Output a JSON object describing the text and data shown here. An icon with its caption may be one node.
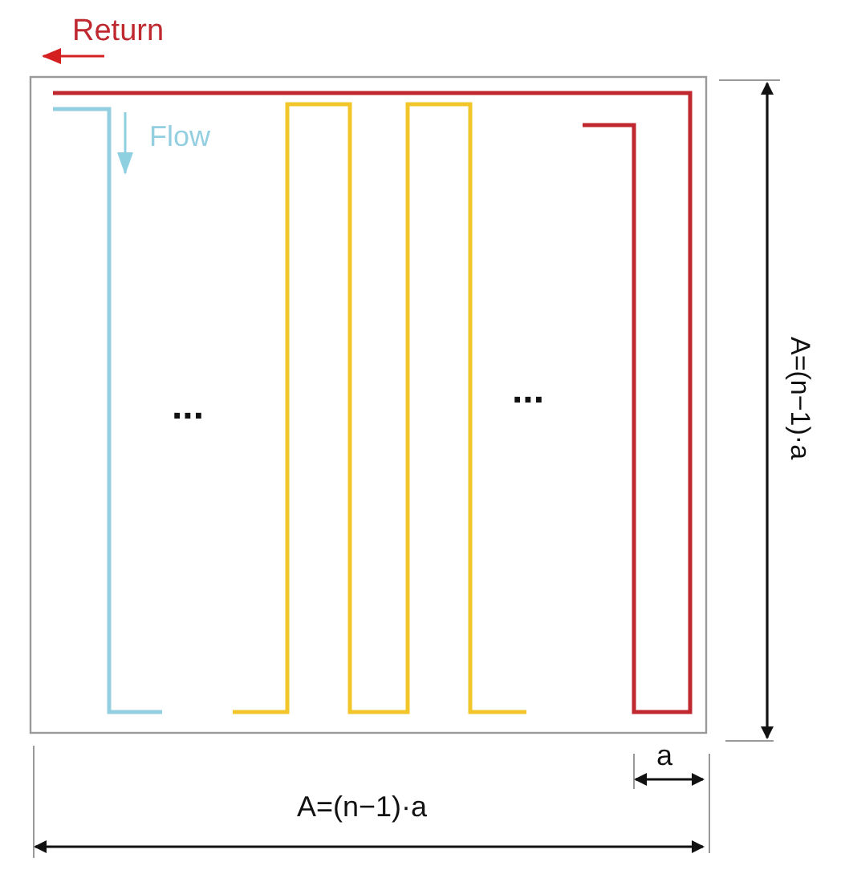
{
  "diagram": {
    "labels": [
      "Return",
      "Flow",
      "...",
      "...",
      "A=(n−1)·a",
      "a",
      "A=(n−1)·a"
    ]
  }
}
